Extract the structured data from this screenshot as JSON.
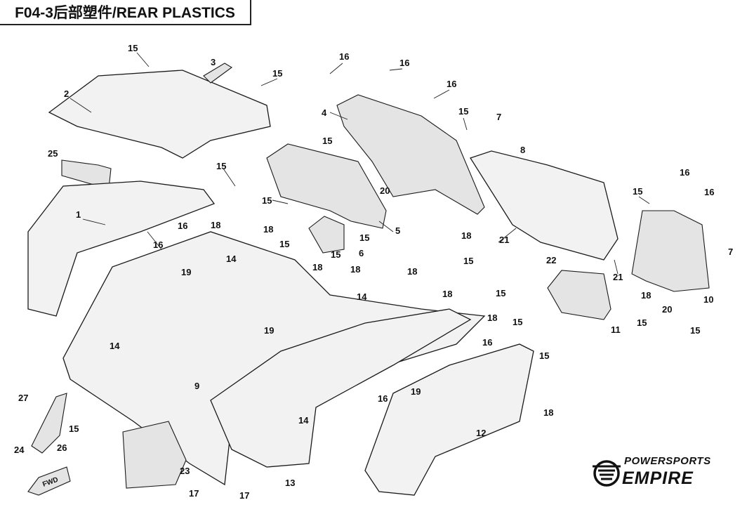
{
  "title": "F04-3后部塑件/REAR PLASTICS",
  "watermark": "POWERSPORTS EMPIRE",
  "logo": {
    "line1": "POWERSPORTS",
    "line2": "EMPIRE"
  },
  "fwd_label": "FWD",
  "callouts": [
    "15",
    "3",
    "15",
    "2",
    "16",
    "16",
    "16",
    "4",
    "15",
    "7",
    "15",
    "25",
    "8",
    "15",
    "20",
    "15",
    "16",
    "15",
    "16",
    "1",
    "16",
    "18",
    "18",
    "5",
    "15",
    "18",
    "21",
    "16",
    "15",
    "15",
    "6",
    "14",
    "22",
    "15",
    "7",
    "18",
    "18",
    "19",
    "18",
    "21",
    "14",
    "18",
    "15",
    "18",
    "10",
    "20",
    "18",
    "15",
    "11",
    "15",
    "15",
    "19",
    "16",
    "15",
    "14",
    "9",
    "19",
    "16",
    "27",
    "15",
    "18",
    "14",
    "12",
    "24",
    "26",
    "23",
    "13",
    "17",
    "17"
  ]
}
